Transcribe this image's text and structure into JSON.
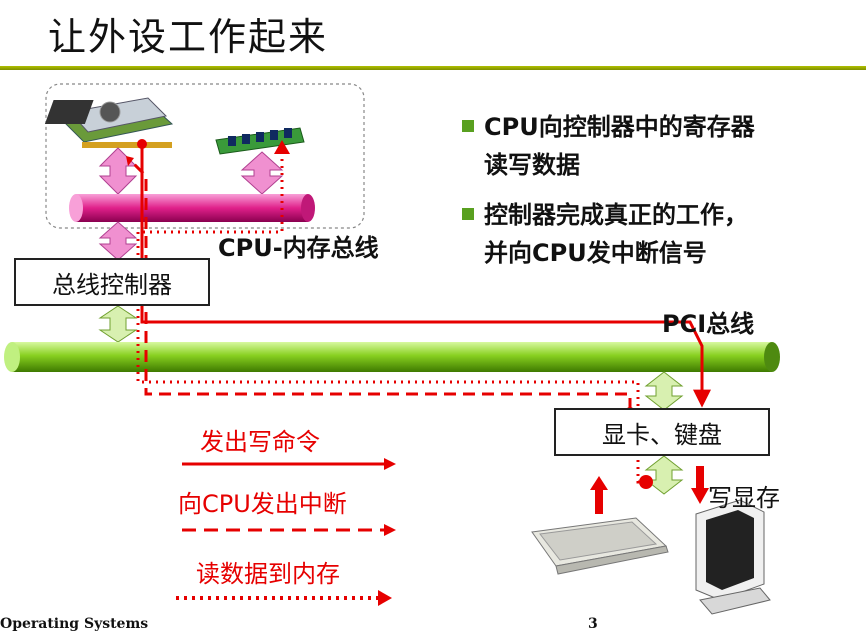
{
  "title": "让外设工作起来",
  "bullets": [
    {
      "line1": "CPU向控制器中的寄存器",
      "line2": "读写数据"
    },
    {
      "line1": "控制器完成真正的工作，",
      "line2": "并向CPU发中断信号"
    }
  ],
  "labels": {
    "memory_bus": "CPU-内存总线",
    "bus_controller": "总线控制器",
    "pci_bus": "PCI总线",
    "device_box": "显卡、键盘",
    "write_vram": "写显存"
  },
  "legend": [
    {
      "text": "发出写命令",
      "style": "solid"
    },
    {
      "text": "向CPU发出中断",
      "style": "dashed"
    },
    {
      "text": "读数据到内存",
      "style": "dotted"
    }
  ],
  "footer": {
    "left": "Operating Systems",
    "page": "3"
  },
  "colors": {
    "accent_red": "#e60000",
    "pci_bus": "#7fd020",
    "memory_bus": "#e0208a",
    "title_bar": "#9aaa00",
    "arrow_fill": "#d8f0b0",
    "pink_arrow": "#f090d0"
  },
  "icons": [
    "cpu-chip-icon",
    "memory-module-icon",
    "keyboard-icon",
    "monitor-icon"
  ]
}
